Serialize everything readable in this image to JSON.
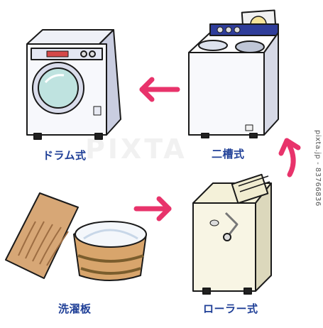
{
  "labels": {
    "drum": "ドラム式",
    "twin_tub": "二槽式",
    "wringer": "ローラー式",
    "washboard": "洗濯板"
  },
  "watermark": "PIXTA",
  "credit": "pixta.jp - 83766836",
  "colors": {
    "arrow": "#e8336b",
    "label": "#1f3f97",
    "outline": "#1a1a1a"
  },
  "icons": {
    "drum_machine": "drum-washing-machine-icon",
    "twin_tub_machine": "twin-tub-washing-machine-icon",
    "wringer_machine": "wringer-washing-machine-icon",
    "washboard": "washboard-icon",
    "tub": "wooden-tub-icon"
  }
}
